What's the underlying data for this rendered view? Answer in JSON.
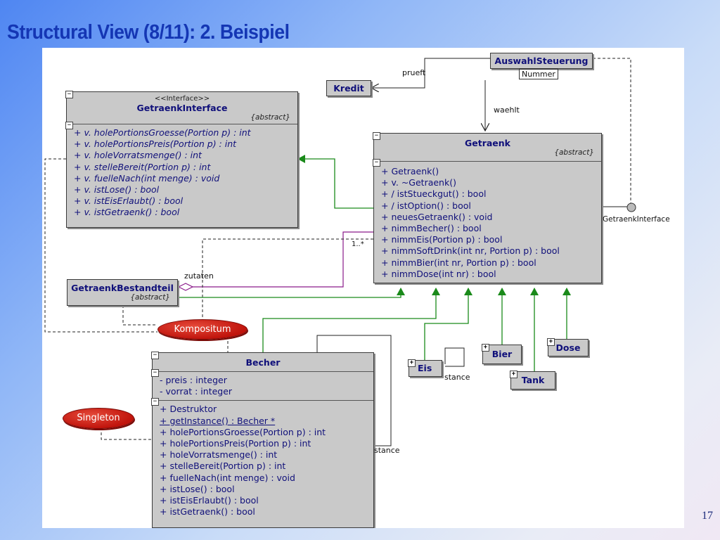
{
  "slide": {
    "title": "Structural View (8/11): 2. Beispiel",
    "page_number": "17"
  },
  "classes": {
    "getraenk_interface": {
      "stereotype": "<<Interface>>",
      "name": "GetraenkInterface",
      "modifier": "{abstract}",
      "operations": [
        "+ v. holePortionsGroesse(Portion p) : int",
        "+ v. holePortionsPreis(Portion p) : int",
        "+ v. holeVorratsmenge() : int",
        "+ v. stelleBereit(Portion p) : int",
        "+ v. fuelleNach(int menge) : void",
        "+ v. istLose() : bool",
        "+ v. istEisErlaubt() : bool",
        "+ v. istGetraenk() : bool"
      ]
    },
    "getraenk": {
      "name": "Getraenk",
      "modifier": "{abstract}",
      "operations": [
        "+ Getraenk()",
        "+ v. ~Getraenk()",
        "+ / istStueckgut() : bool",
        "+ / istOption() : bool",
        "+ neuesGetraenk() : void",
        "+ nimmBecher() : bool",
        "+ nimmEis(Portion p) : bool",
        "+ nimmSoftDrink(int nr, Portion p) : bool",
        "+ nimmBier(int nr, Portion p) : bool",
        "+ nimmDose(int nr) : bool"
      ]
    },
    "becher": {
      "name": "Becher",
      "attributes": [
        "- preis : integer",
        "- vorrat : integer"
      ],
      "operations": [
        "+ Destruktor",
        "+ getInstance() : Becher *",
        "+ holePortionsGroesse(Portion p) : int",
        "+ holePortionsPreis(Portion p) : int",
        "+ holeVorratsmenge() : int",
        "+ stelleBereit(Portion p) : int",
        "+ fuelleNach(int menge) : void",
        "+ istLose() : bool",
        "+ istEisErlaubt() : bool",
        "+ istGetraenk() : bool"
      ]
    },
    "getraenk_bestandteil": {
      "name": "GetraenkBestandteil",
      "modifier": "{abstract}"
    },
    "auswahl_steuerung": {
      "name": "AuswahlSteuerung",
      "qualifier": "Nummer"
    },
    "kredit": {
      "name": "Kredit"
    },
    "eis": {
      "name": "Eis"
    },
    "bier": {
      "name": "Bier"
    },
    "tank": {
      "name": "Tank"
    },
    "dose": {
      "name": "Dose"
    }
  },
  "connectors": {
    "prueft": "prueft",
    "waehlt": "waehlt",
    "zutaten": "zutaten",
    "multiplicity": "1..*",
    "interface_label": "GetraenkInterface",
    "eis_instance": "stance",
    "becher_instance": "stance"
  },
  "patterns": {
    "kompositum": "Kompositum",
    "singleton": "Singleton"
  },
  "colors": {
    "generalization": "#1a8a1a",
    "aggregation": "#8a1a8a",
    "pattern_oval": "#d0180e",
    "title": "#1436b4"
  }
}
